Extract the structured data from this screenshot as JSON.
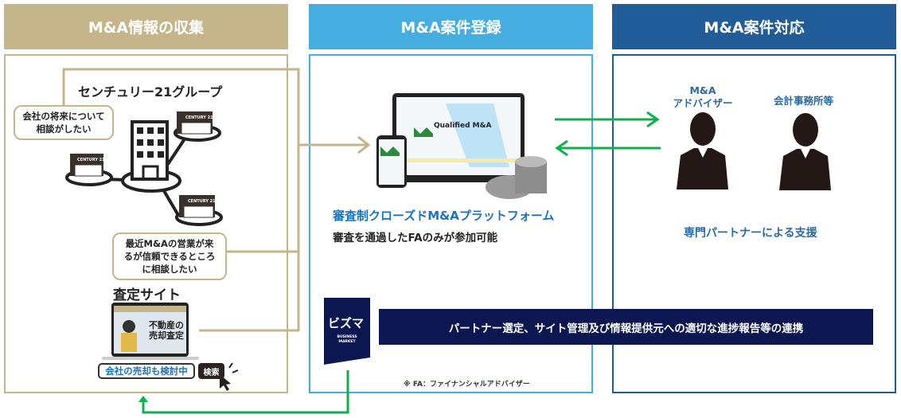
{
  "columns": [
    {
      "title": "M&A情報の収集",
      "color": "#c4b68a"
    },
    {
      "title": "M&A案件登録",
      "color": "#46ade1"
    },
    {
      "title": "M&A案件対応",
      "color": "#1f5c98"
    }
  ],
  "collect": {
    "group_title": "センチュリー21グループ",
    "bubble1": [
      "会社の将来について",
      "相談がしたい"
    ],
    "bubble2": [
      "最近M&Aの営業が来",
      "るが信頼できるところ",
      "に相談したい"
    ],
    "store_label": "CENTURY 21",
    "site_title": "査定サイト",
    "site_hero": [
      "不動産の",
      "売却査定"
    ],
    "search_value": "会社の売却も検討中",
    "search_button": "検索"
  },
  "register": {
    "platform_title": "審査制クローズドM&Aプラットフォーム",
    "platform_sub": "審査を通過したFAのみが参加可能",
    "logo_text": "Qualified M&A",
    "note": "※ FA：ファイナンシャルアドバイザー"
  },
  "respond": {
    "advisor": [
      "M&A",
      "アドバイザー"
    ],
    "accounting": "会計事務所等",
    "support": "専門パートナーによる支援"
  },
  "banner": {
    "text": "パートナー選定、サイト管理及び情報提供元への適切な進捗報告等の連携",
    "color": "#0c1752"
  },
  "bizuma": {
    "logo": "ビズマ",
    "sub": [
      "BUSINESS",
      "MARKET"
    ]
  },
  "colors": {
    "green": "#0db04b",
    "tan": "#c4b68a"
  }
}
